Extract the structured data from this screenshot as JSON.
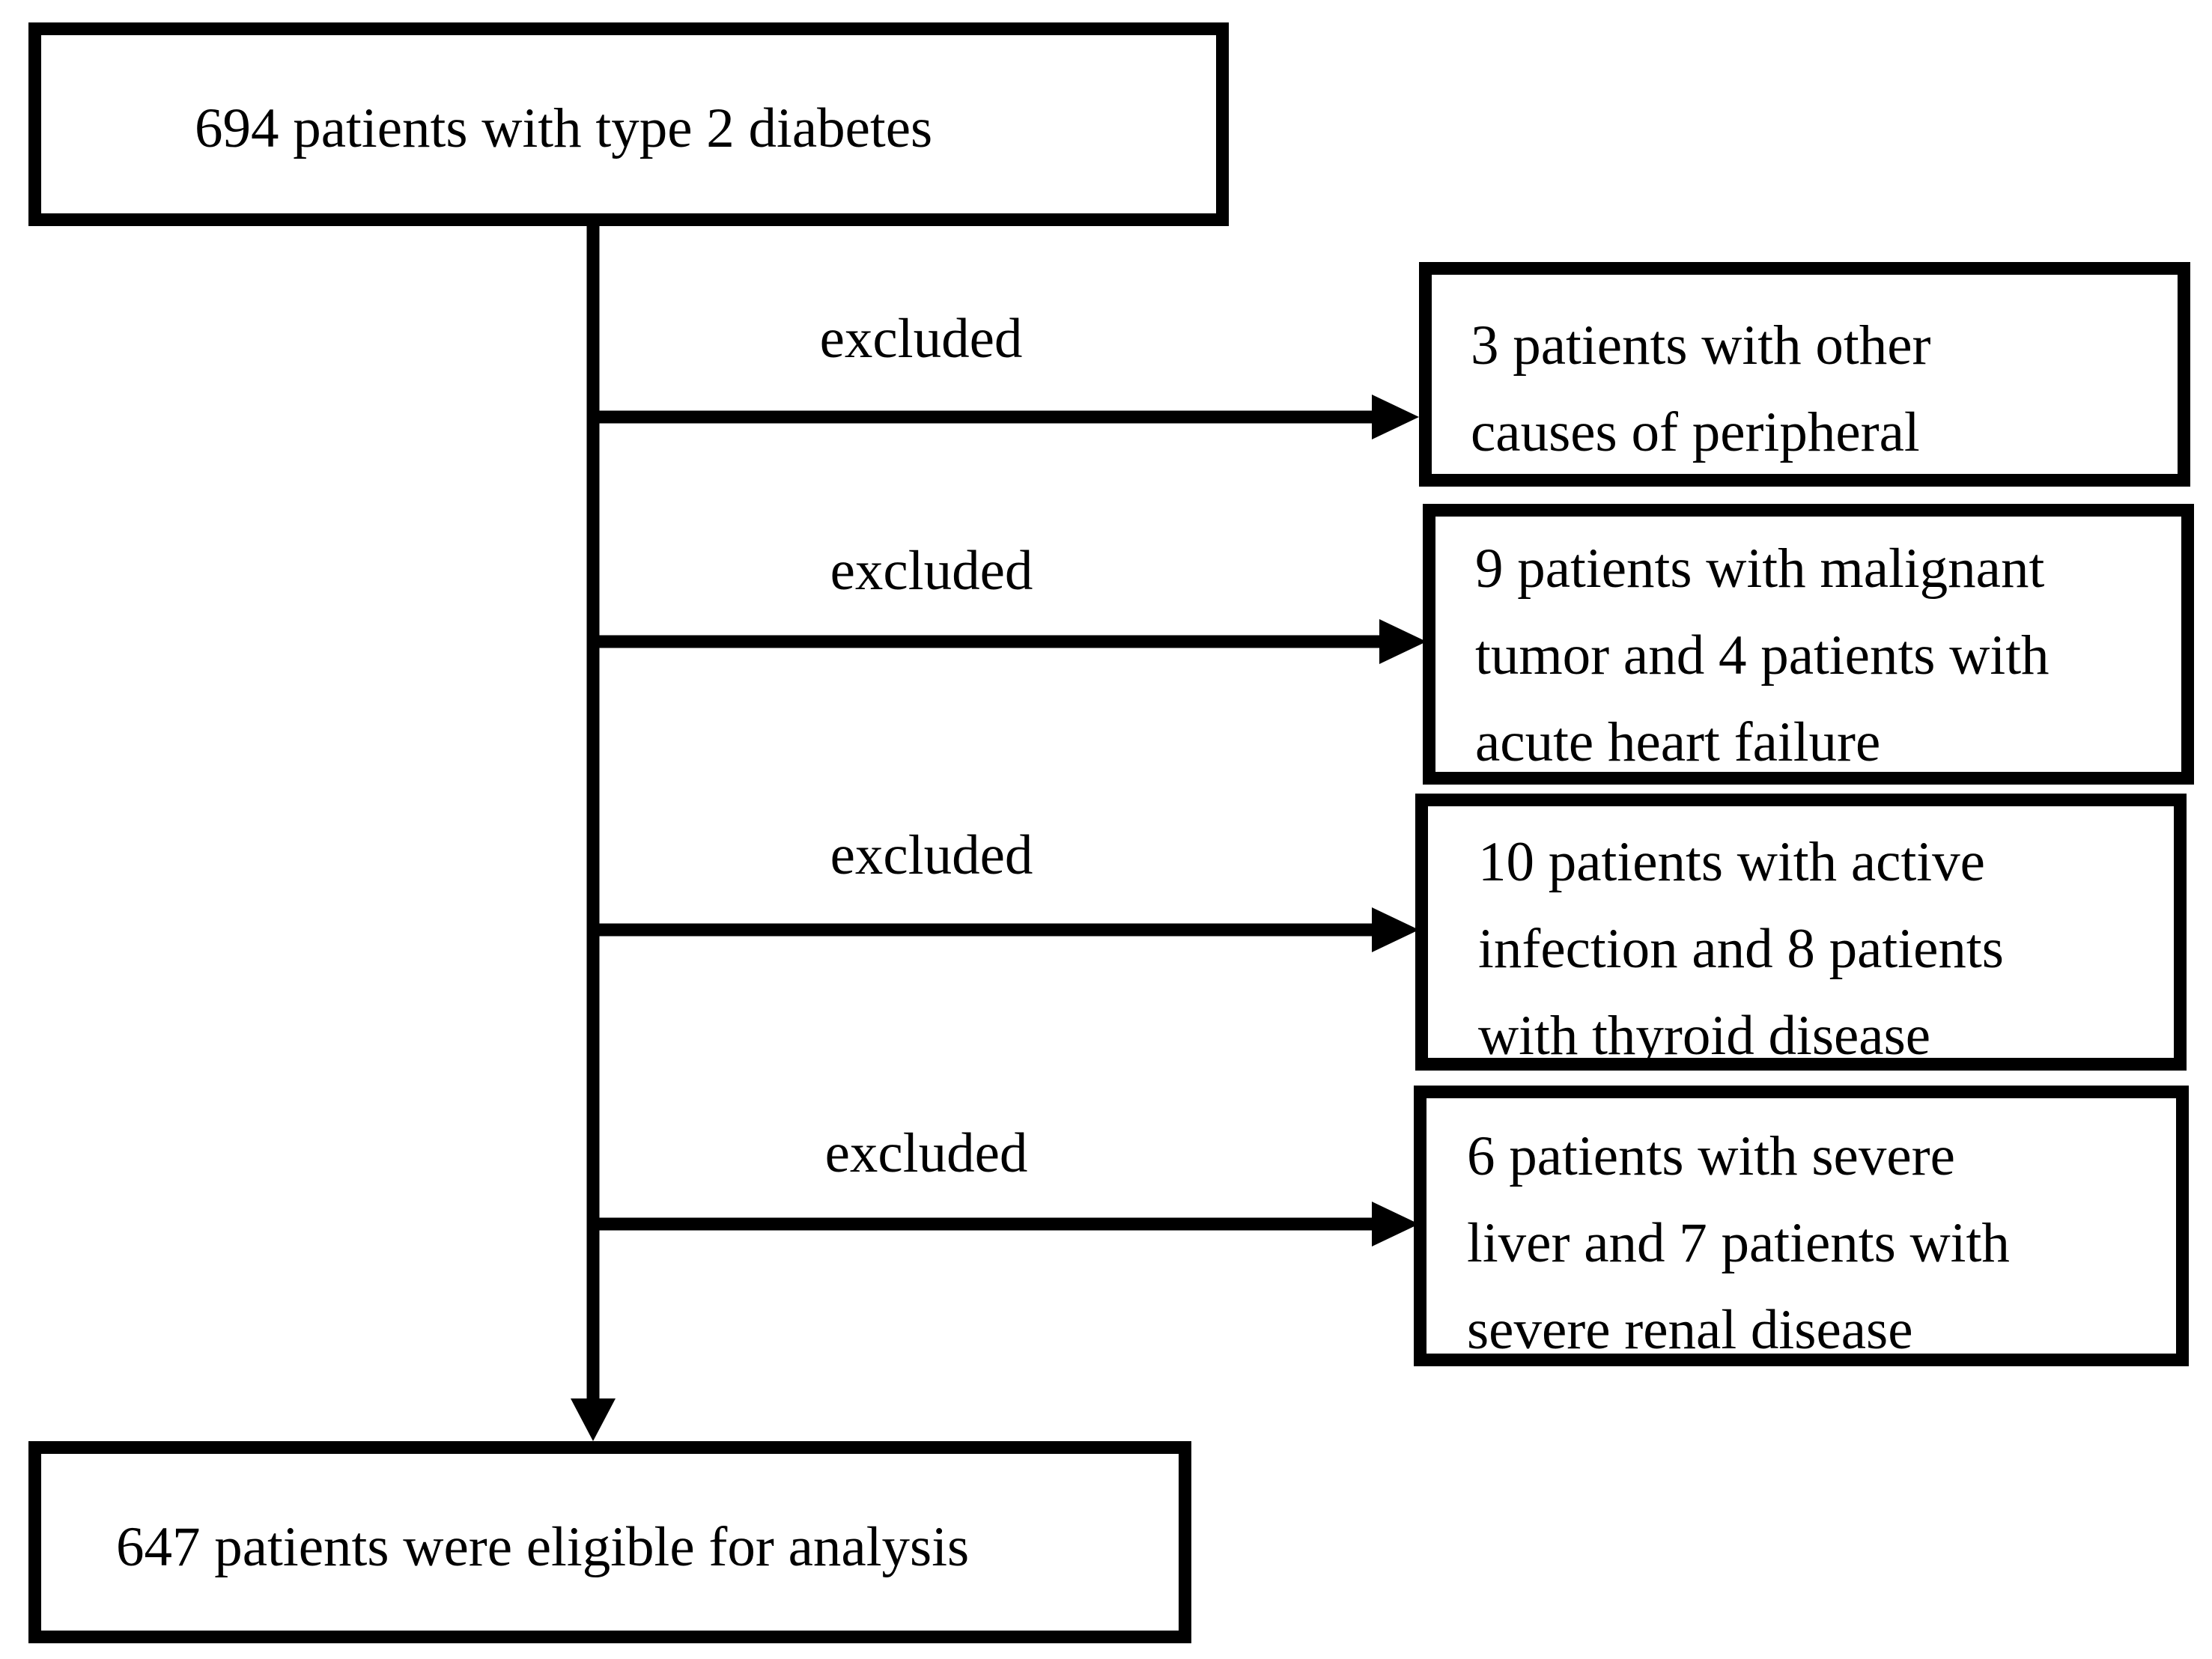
{
  "flowchart": {
    "start": {
      "text": "694 patients with type 2 diabetes"
    },
    "exclusions": [
      {
        "label": "excluded",
        "lines": [
          "3 patients with other",
          "causes of peripheral"
        ]
      },
      {
        "label": "excluded",
        "lines": [
          "9 patients with malignant",
          "tumor and 4 patients with",
          "acute heart failure"
        ]
      },
      {
        "label": "excluded",
        "lines": [
          "10 patients with active",
          "infection and 8 patients",
          "with thyroid disease"
        ]
      },
      {
        "label": "excluded",
        "lines": [
          "6 patients with severe",
          "liver and 7 patients with",
          "severe renal disease"
        ]
      }
    ],
    "end": {
      "text": "647 patients were eligible for analysis"
    },
    "colors": {
      "stroke": "#000000",
      "background": "#ffffff",
      "text": "#000000"
    }
  }
}
